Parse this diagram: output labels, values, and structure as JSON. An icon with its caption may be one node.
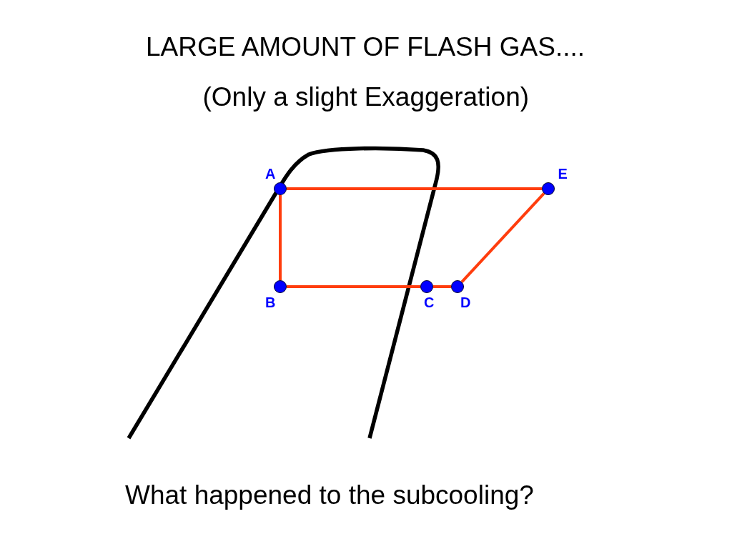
{
  "diagram": {
    "title": "LARGE AMOUNT OF FLASH GAS....",
    "nodes": [
      {
        "text": [],
        "shape": "circle",
        "beside": [
          "A"
        ]
      },
      {
        "text": [],
        "shape": "circle",
        "beside": [
          "E"
        ]
      },
      {
        "text": [],
        "shape": "circle",
        "beside": [
          "B"
        ]
      },
      {
        "text": [],
        "shape": "circle",
        "beside": [
          "C"
        ]
      },
      {
        "text": [],
        "shape": "circle",
        "beside": [
          "D"
        ]
      }
    ],
    "edges": [
      {
        "from": 0,
        "to": 1,
        "arrow": "none"
      },
      {
        "from": 1,
        "to": 4,
        "arrow": "none"
      },
      {
        "from": 4,
        "to": 3,
        "arrow": "none"
      },
      {
        "from": 3,
        "to": 2,
        "arrow": "none"
      },
      {
        "from": 2,
        "to": 0,
        "arrow": "none"
      }
    ],
    "labels": [
      "(Only a slight Exaggeration)",
      "What happened to the subcooling?"
    ]
  }
}
